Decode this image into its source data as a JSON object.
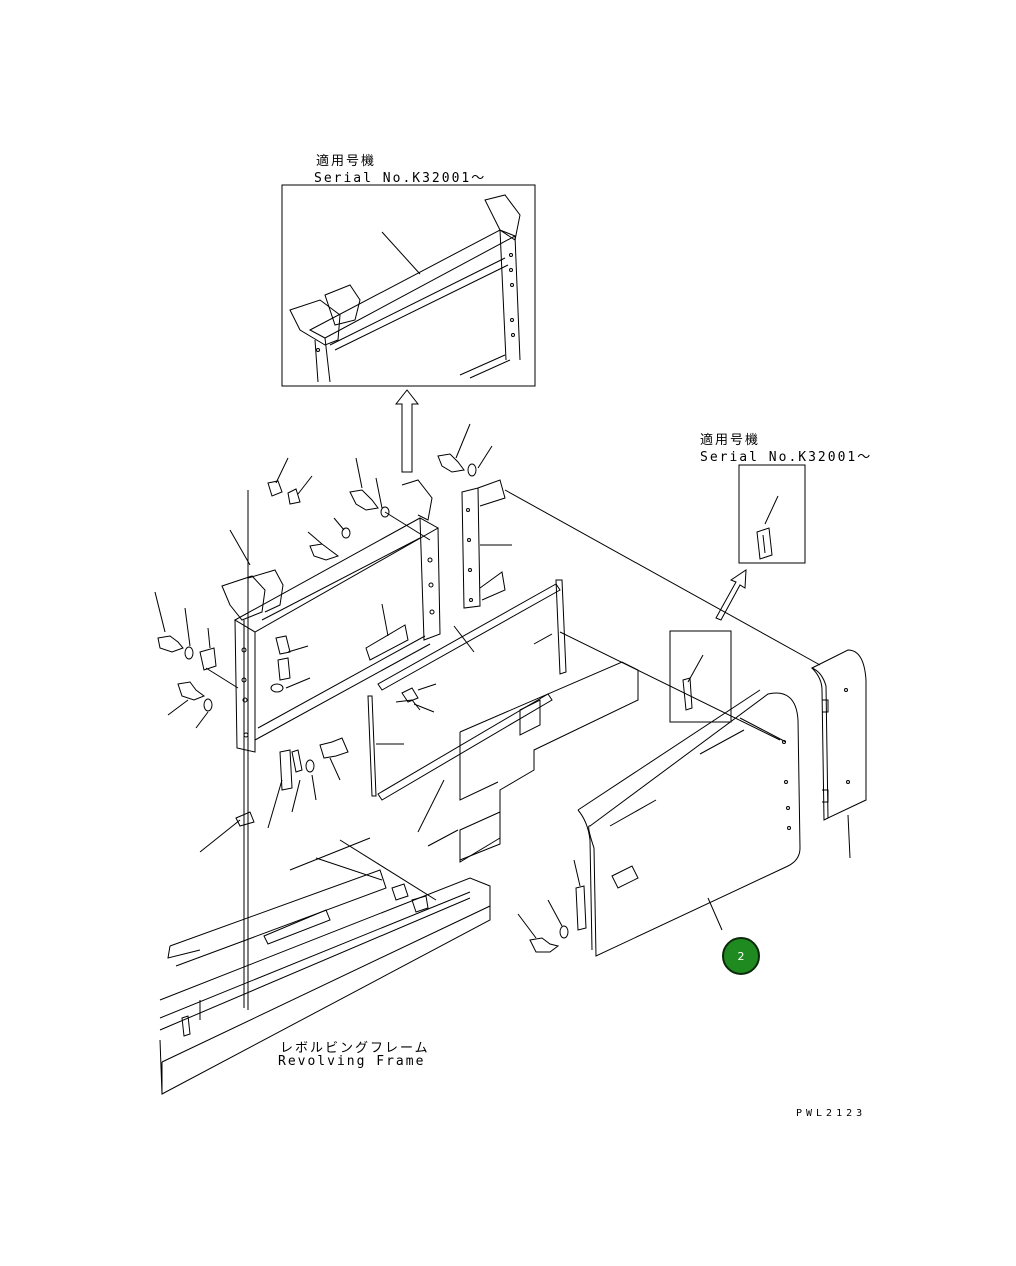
{
  "inset_top": {
    "title_jp": "適用号機",
    "serial": "Serial No.K32001～"
  },
  "inset_right": {
    "title_jp": "適用号機",
    "serial": "Serial No.K32001～"
  },
  "frame_label": {
    "jp": "レボルビングフレーム",
    "en": "Revolving Frame"
  },
  "drawing_code": "PWL2123",
  "callout": {
    "number": "2",
    "color": "#1f8a1f"
  }
}
